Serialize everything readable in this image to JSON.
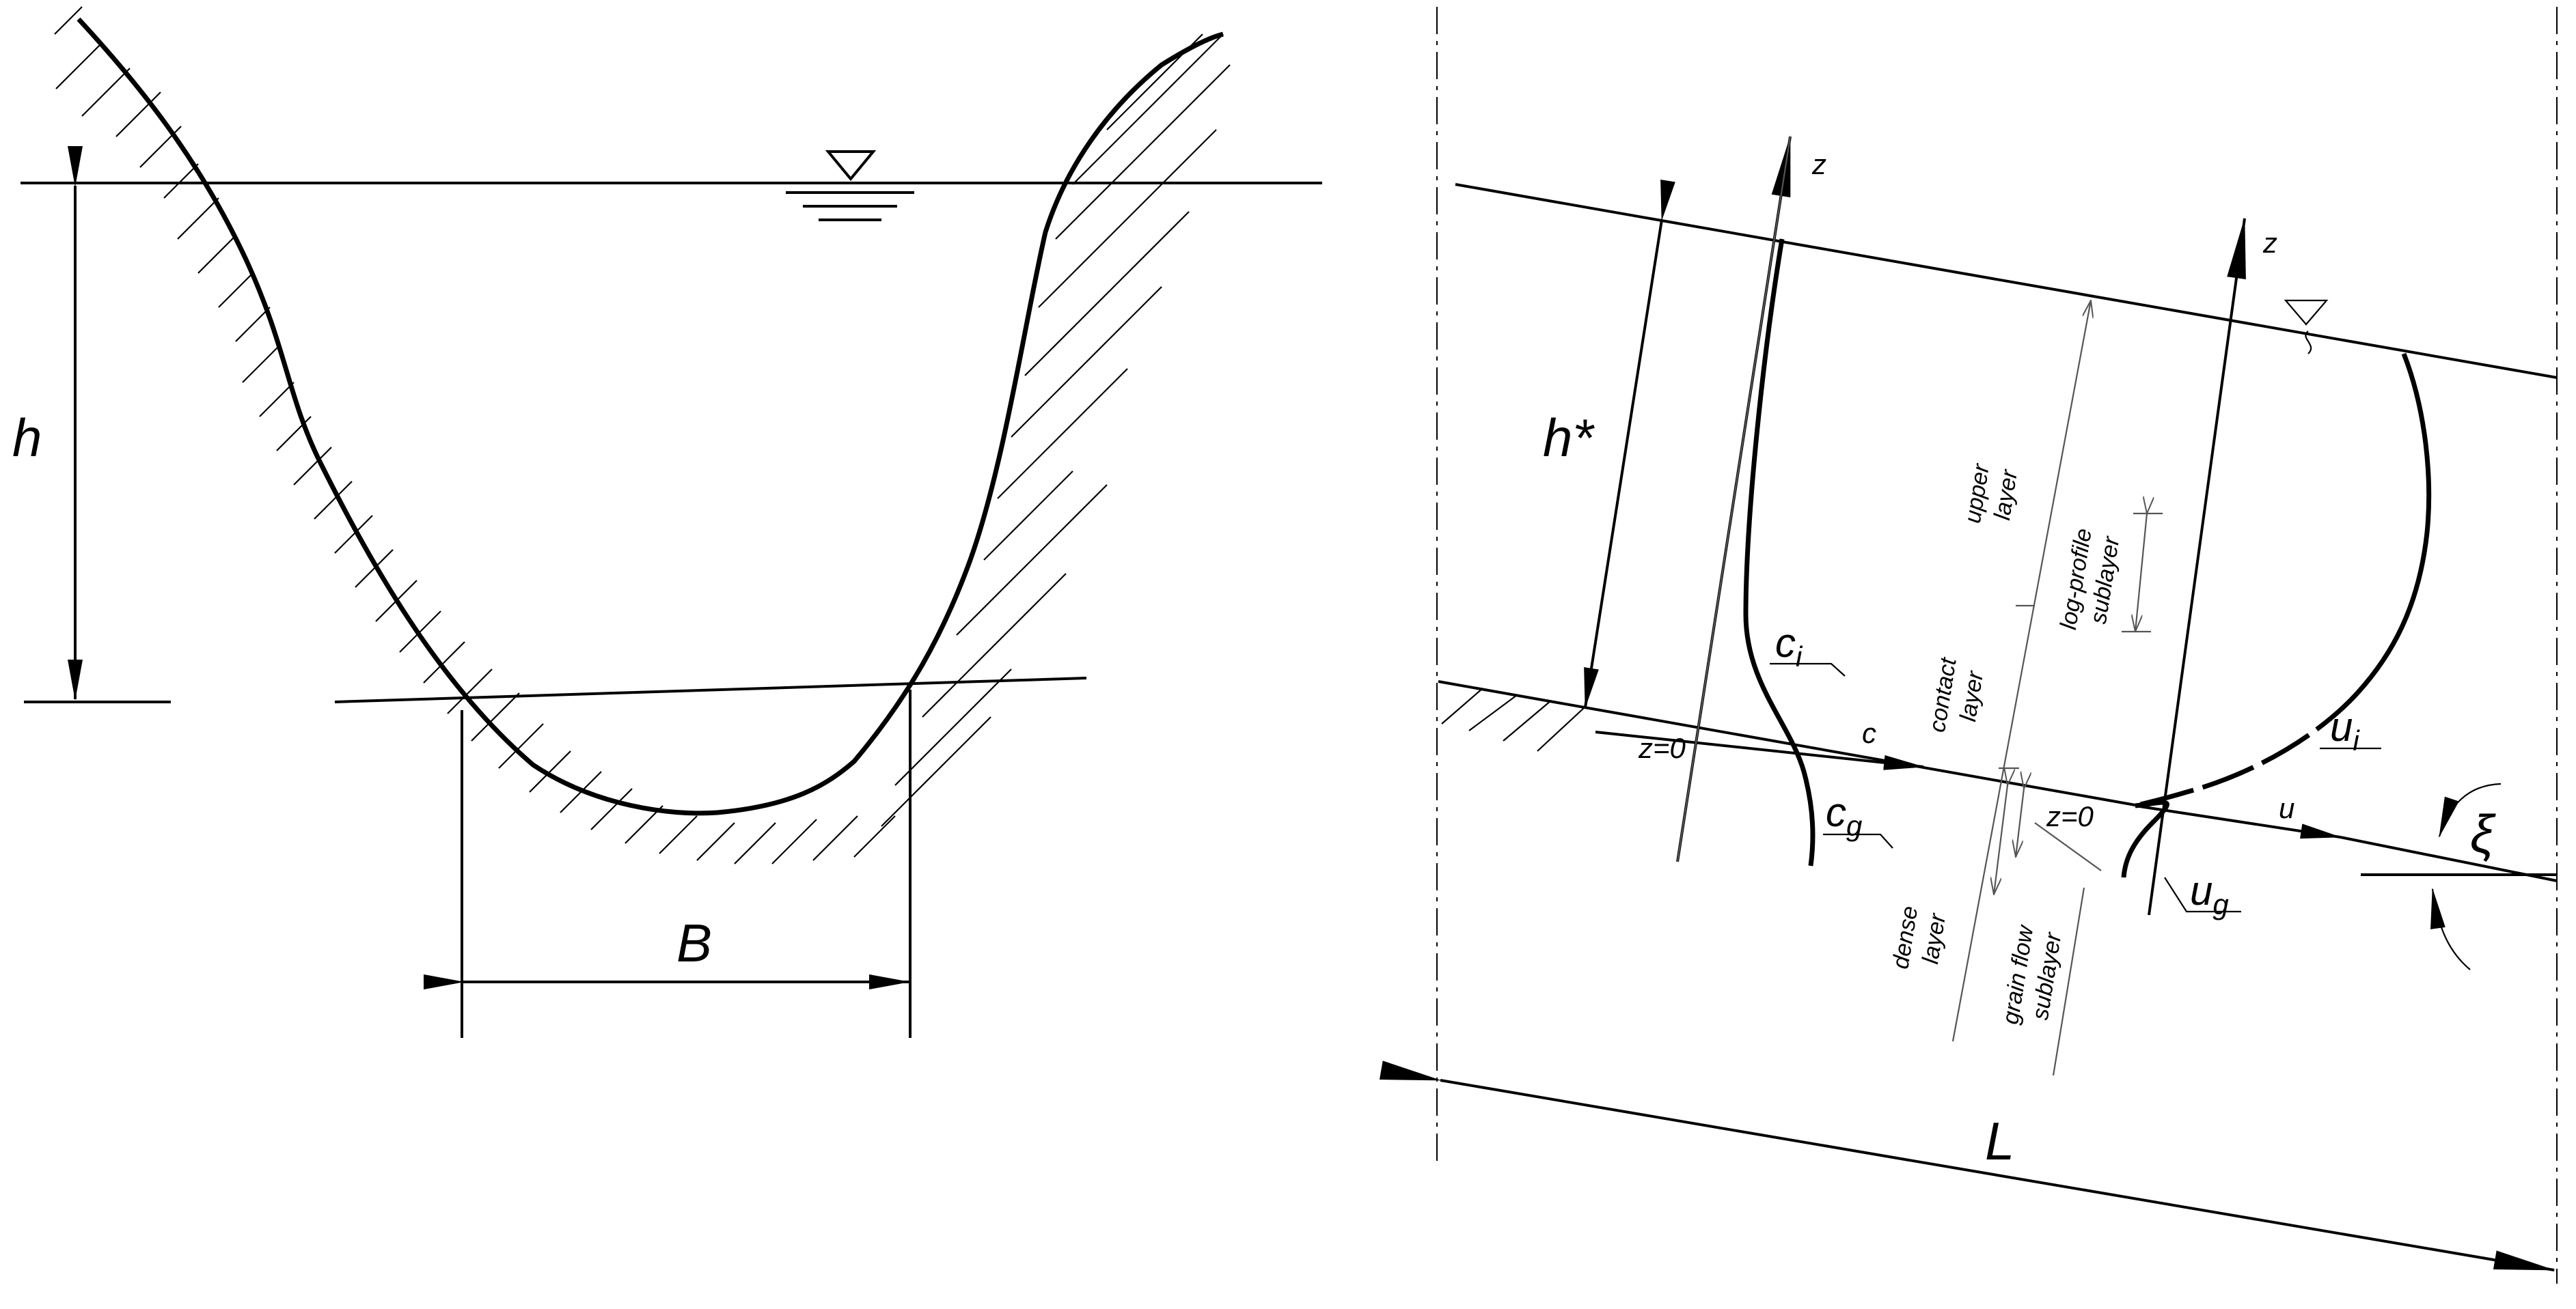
{
  "left": {
    "depth_label": "h",
    "width_label": "B"
  },
  "right": {
    "depth_label": "h*",
    "length_label": "L",
    "angle_label": "ξ",
    "axis_left": "z",
    "axis_right": "z",
    "zero_left": "z=0",
    "zero_right": "z=0",
    "c_axis": "c",
    "u_axis": "u",
    "ci_main": "c",
    "ci_sub": "i",
    "cg_main": "c",
    "cg_sub": "g",
    "ui_main": "u",
    "ui_sub": "i",
    "ug_main": "u",
    "ug_sub": "g",
    "upper_layer": [
      "upper",
      "layer"
    ],
    "log_profile": [
      "log-profile",
      "sublayer"
    ],
    "contact_layer": [
      "contact",
      "layer"
    ],
    "dense_layer": [
      "dense",
      "layer"
    ],
    "grain_flow": [
      "grain flow",
      "sublayer"
    ]
  }
}
